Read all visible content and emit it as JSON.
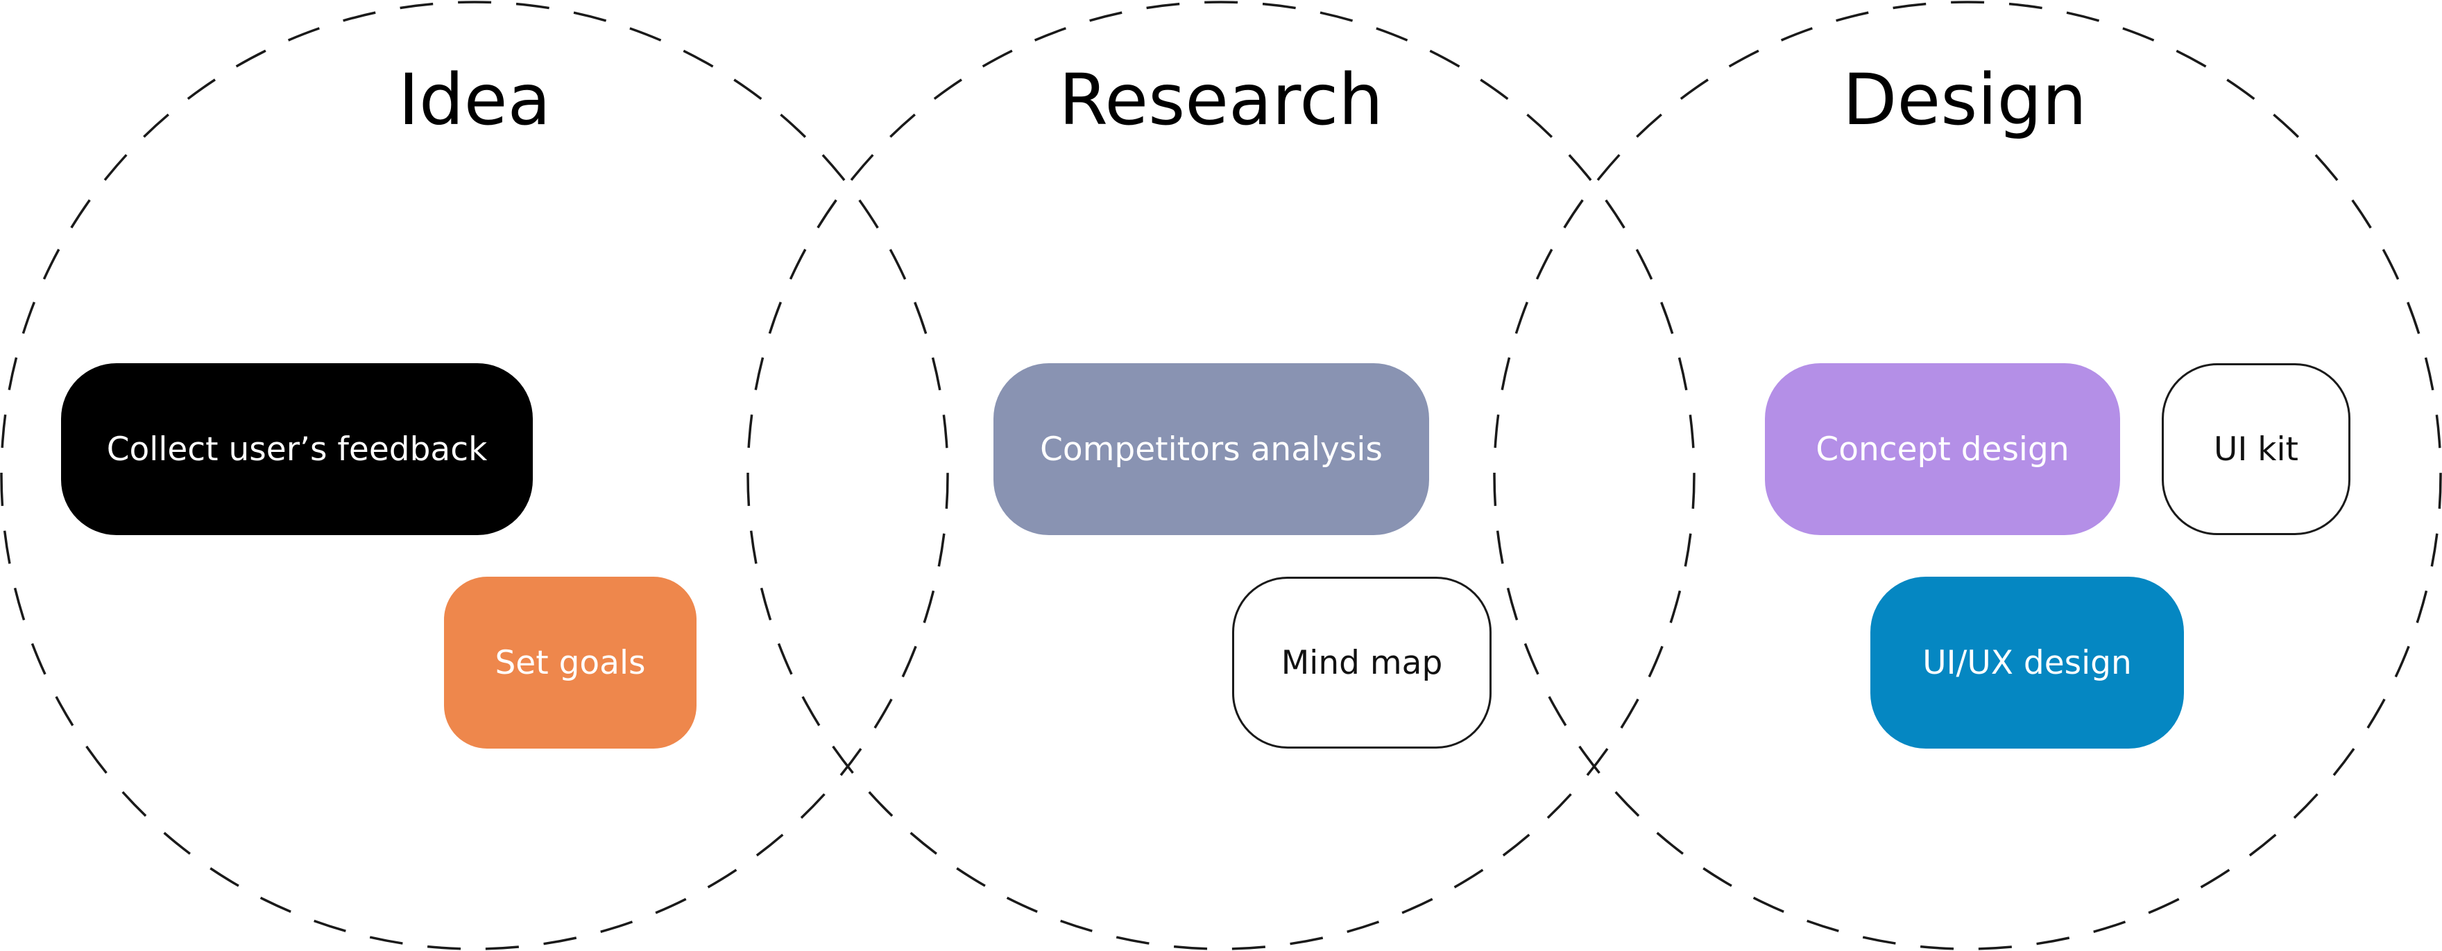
{
  "stages": [
    {
      "title": "Idea",
      "items": [
        "Collect user’s feedback",
        "Set goals"
      ]
    },
    {
      "title": "Research",
      "items": [
        "Competitors analysis",
        "Mind map"
      ]
    },
    {
      "title": "Design",
      "items": [
        "Concept design",
        "UI kit",
        "UI/UX design"
      ]
    }
  ],
  "colors": {
    "collect_feedback": "#000000",
    "set_goals": "#ee874c",
    "competitors_analysis": "#8993b2",
    "mind_map": "#ffffff",
    "concept_design": "#b48fe7",
    "ui_kit": "#ffffff",
    "ui_ux_design": "#0587c2",
    "outline": "#1a1a1a"
  }
}
